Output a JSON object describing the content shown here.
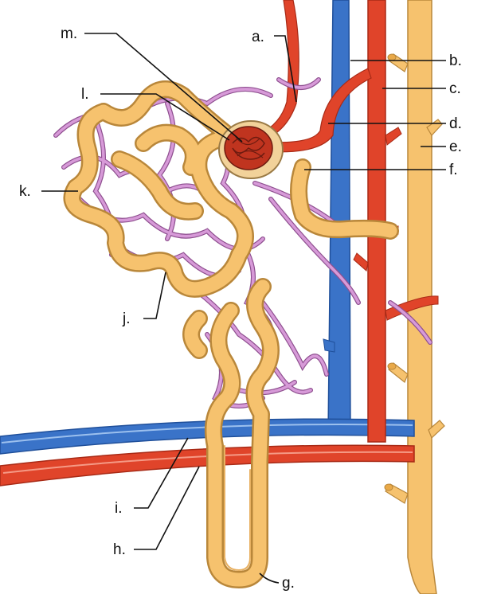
{
  "figure": {
    "labels": {
      "a": "a.",
      "b": "b.",
      "c": "c.",
      "d": "d.",
      "e": "e.",
      "f": "f.",
      "g": "g.",
      "h": "h.",
      "i": "i.",
      "j": "j.",
      "k": "k.",
      "l": "l.",
      "m": "m."
    },
    "colors": {
      "vein": "#3a73c8",
      "vein_dark": "#1f4f9a",
      "artery": "#e0442a",
      "artery_dark": "#a82a16",
      "tubule": "#f6c26e",
      "tubule_dark": "#b9873a",
      "capillary": "#d79ad8",
      "capillary_dark": "#8e4f8f",
      "glomerulus": "#c0341f",
      "capsule": "#f2d29a"
    }
  }
}
